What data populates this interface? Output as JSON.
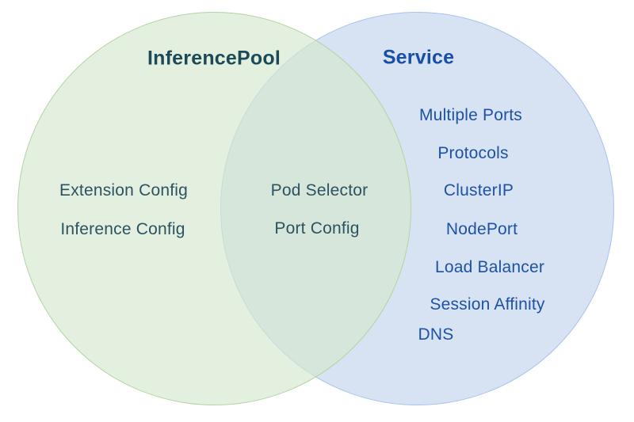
{
  "venn": {
    "left": {
      "title": "InferencePool",
      "items": [
        "Extension Config",
        "Inference Config"
      ]
    },
    "intersection": {
      "items": [
        "Pod Selector",
        "Port Config"
      ]
    },
    "right": {
      "title": "Service",
      "items": [
        "Multiple Ports",
        "Protocols",
        "ClusterIP",
        "NodePort",
        "Load Balancer",
        "Session Affinity",
        "DNS"
      ]
    },
    "colors": {
      "left_circle_fill": "#e3efdf",
      "left_circle_border": "#b3d4a1",
      "right_circle_fill": "#d7e2f3",
      "right_circle_border": "#a6c3ee",
      "overlap_fill": "#d6e6dc",
      "left_title_text": "#1d4a57",
      "left_item_text": "#2d5260",
      "right_title_text": "#174ea6",
      "right_item_text": "#1e52a5"
    }
  }
}
